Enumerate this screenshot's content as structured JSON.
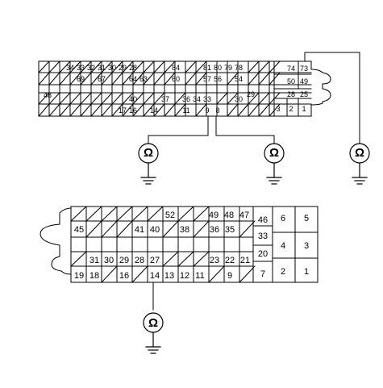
{
  "upper_connector": {
    "pins_row1": [
      "34",
      "33",
      "32",
      "31",
      "30",
      "29",
      "28",
      "84",
      "81",
      "80",
      "79",
      "78",
      "74",
      "73"
    ],
    "pins_row2": [
      "69",
      "67",
      "64",
      "63",
      "60",
      "57",
      "56",
      "54",
      "50",
      "49"
    ],
    "pins_row3": [
      "48",
      "40",
      "37",
      "36",
      "34",
      "33",
      "30",
      "29",
      "28",
      "25"
    ],
    "pins_row4": [
      "17",
      "16",
      "14",
      "11",
      "9",
      "8",
      "3",
      "2",
      "1"
    ]
  },
  "lower_connector": {
    "pins_row1": [
      "52",
      "49",
      "48",
      "47",
      "46",
      "6",
      "5"
    ],
    "pins_row2": [
      "45",
      "41",
      "40",
      "38",
      "36",
      "35",
      "33",
      "4",
      "3"
    ],
    "pins_row3": [
      "31",
      "30",
      "29",
      "28",
      "27",
      "23",
      "22",
      "21",
      "20"
    ],
    "pins_row4": [
      "19",
      "18",
      "16",
      "14",
      "13",
      "12",
      "11",
      "9",
      "7",
      "2",
      "1"
    ]
  },
  "ground_symbols": [
    {
      "name": "ground-upper-left",
      "glyph": "Ω"
    },
    {
      "name": "ground-upper-middle",
      "glyph": "Ω"
    },
    {
      "name": "ground-upper-right",
      "glyph": "Ω"
    },
    {
      "name": "ground-lower",
      "glyph": "Ω"
    }
  ],
  "colors": {
    "line": "#000000",
    "background": "#ffffff"
  }
}
